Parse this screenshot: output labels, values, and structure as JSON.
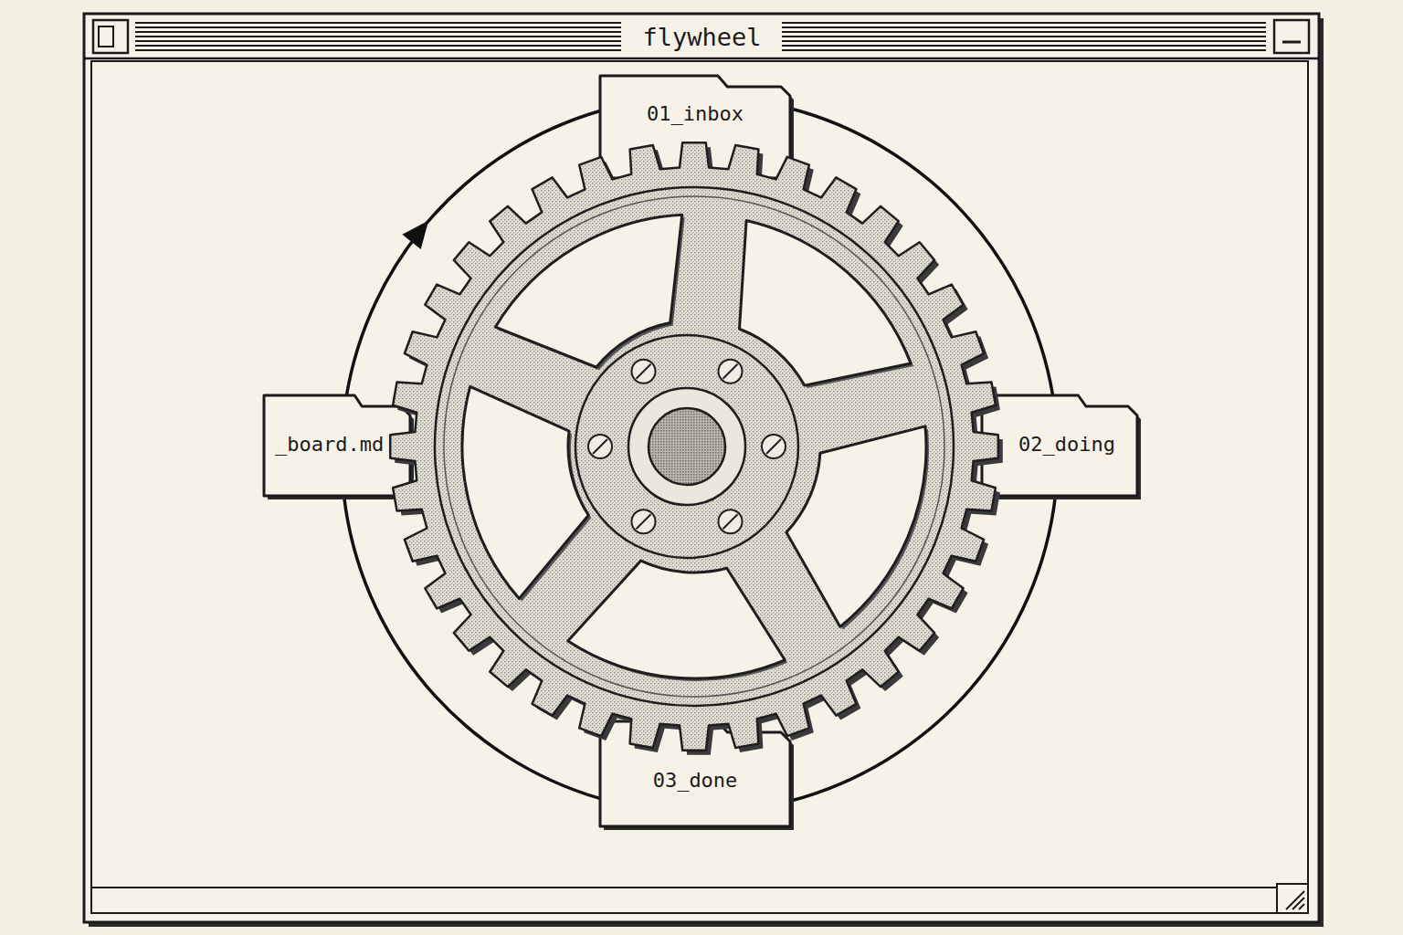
{
  "diagram": {
    "title": "flywheel",
    "nodes": [
      {
        "text": [
          "01_inbox"
        ]
      },
      {
        "text": [
          "_board.md"
        ]
      },
      {
        "text": [
          "02_doing"
        ]
      },
      {
        "text": [
          "03_done"
        ]
      }
    ],
    "edges": [
      {
        "from": 0,
        "to": 2,
        "arrow": "none"
      },
      {
        "from": 2,
        "to": 3,
        "arrow": "none"
      },
      {
        "from": 3,
        "to": 1,
        "arrow": "none"
      },
      {
        "from": 1,
        "to": 0,
        "arrow": "to"
      }
    ]
  }
}
